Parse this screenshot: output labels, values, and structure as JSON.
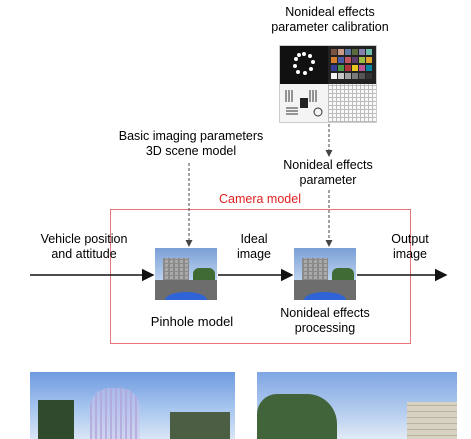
{
  "title_top": {
    "line1": "Nonideal effects",
    "line2": "parameter calibration"
  },
  "basic_params": {
    "line1": "Basic imaging parameters",
    "line2": "3D scene model"
  },
  "nonideal_param": {
    "line1": "Nonideal effects",
    "line2": "parameter"
  },
  "camera_model_label": "Camera model",
  "vehicle": {
    "line1": "Vehicle position",
    "line2": "and attitude"
  },
  "ideal": {
    "line1": "Ideal",
    "line2": "image"
  },
  "output": {
    "line1": "Output",
    "line2": "image"
  },
  "pinhole_label": "Pinhole model",
  "processing": {
    "line1": "Nonideal effects",
    "line2": "processing"
  },
  "colors": {
    "accent_red": "#e02020",
    "box_border": "#e8747c"
  }
}
